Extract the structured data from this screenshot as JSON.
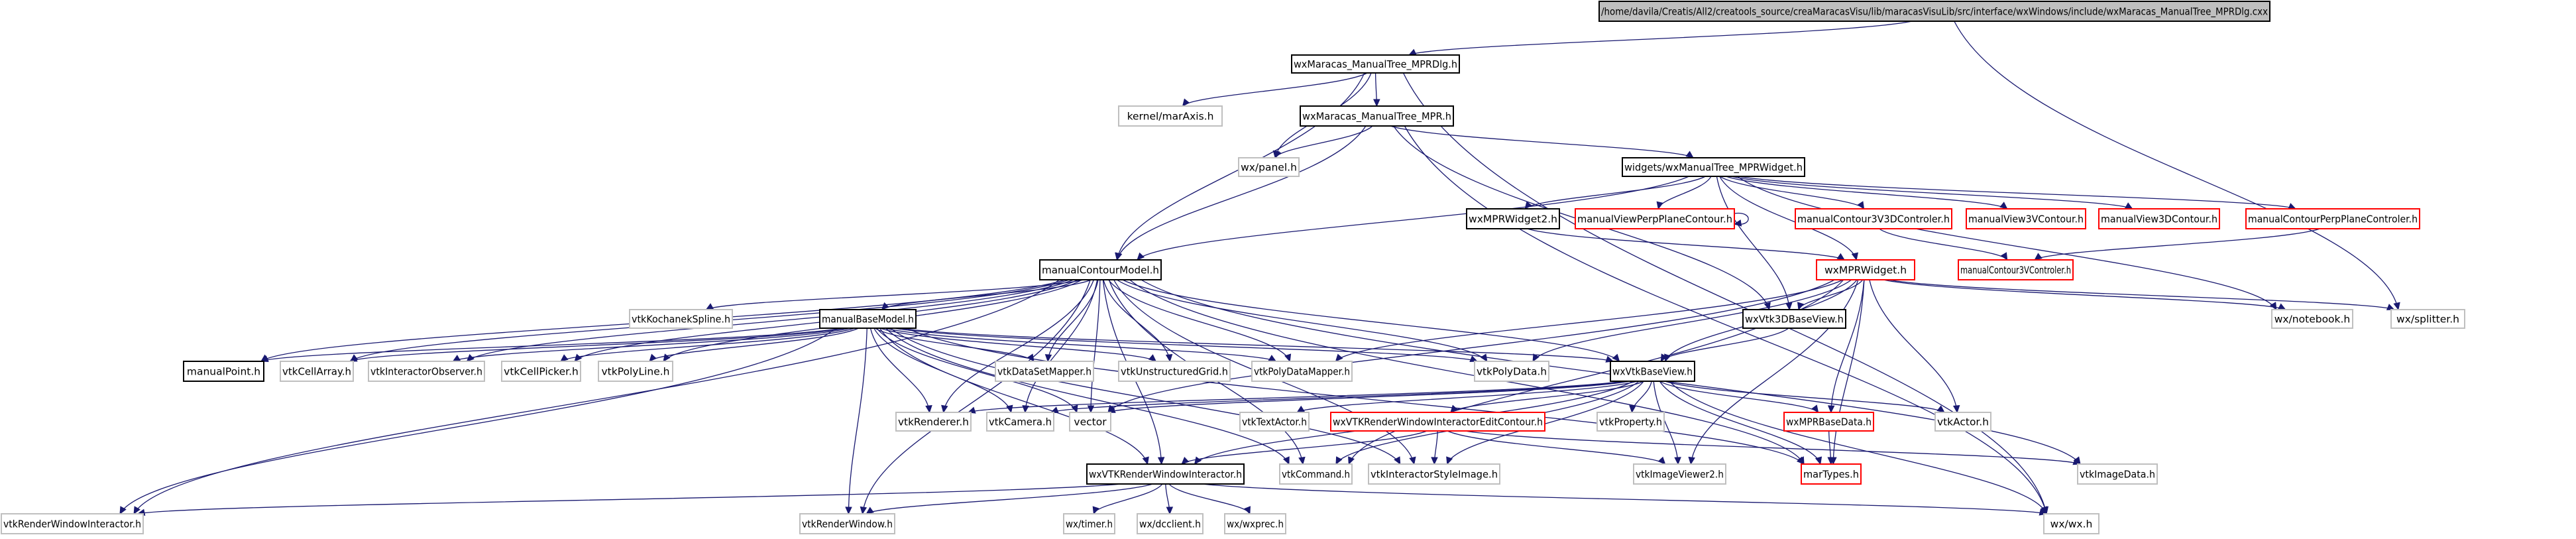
{
  "colors": {
    "edge": "#191970",
    "node_border_default": "#000000",
    "node_border_plain": "#bfbfbf",
    "node_border_red": "#ff0000",
    "root_fill": "#bfbfbf",
    "node_fill": "#ffffff"
  },
  "nodes": [
    {
      "id": "root",
      "label": "/home/davila/Creatis/All2/creatools_source/creaMaracasVisu/lib/maracasVisuLib/src/interface/wxWindows/include/wxMaracas_ManualTree_MPRDlg.cxx",
      "style": "root"
    },
    {
      "id": "dlgh",
      "label": "wxMaracas_ManualTree_MPRDlg.h",
      "style": "black"
    },
    {
      "id": "marAxis",
      "label": "kernel/marAxis.h",
      "style": "plain"
    },
    {
      "id": "mprh",
      "label": "wxMaracas_ManualTree_MPR.h",
      "style": "black"
    },
    {
      "id": "panel",
      "label": "wx/panel.h",
      "style": "plain"
    },
    {
      "id": "mprwidget",
      "label": "widgets/wxManualTree_MPRWidget.h",
      "style": "black"
    },
    {
      "id": "mprw2",
      "label": "wxMPRWidget2.h",
      "style": "black"
    },
    {
      "id": "perpc",
      "label": "manualViewPerpPlaneContour.h",
      "style": "red"
    },
    {
      "id": "mc3v3d",
      "label": "manualContour3V3DControler.h",
      "style": "red"
    },
    {
      "id": "mv3v",
      "label": "manualView3VContour.h",
      "style": "red"
    },
    {
      "id": "mv3d",
      "label": "manualView3DContour.h",
      "style": "red"
    },
    {
      "id": "mcpp",
      "label": "manualContourPerpPlaneControler.h",
      "style": "red"
    },
    {
      "id": "mc3vc",
      "label": "manualContour3VControler.h",
      "style": "red"
    },
    {
      "id": "wxmprw",
      "label": "wxMPRWidget.h",
      "style": "red"
    },
    {
      "id": "mcm",
      "label": "manualContourModel.h",
      "style": "black"
    },
    {
      "id": "kochanek",
      "label": "vtkKochanekSpline.h",
      "style": "plain"
    },
    {
      "id": "v3dbase",
      "label": "wxVtk3DBaseView.h",
      "style": "black"
    },
    {
      "id": "notebook",
      "label": "wx/notebook.h",
      "style": "plain"
    },
    {
      "id": "splitter",
      "label": "wx/splitter.h",
      "style": "plain"
    },
    {
      "id": "mbm",
      "label": "manualBaseModel.h",
      "style": "black"
    },
    {
      "id": "mpoint",
      "label": "manualPoint.h",
      "style": "black"
    },
    {
      "id": "cellarray",
      "label": "vtkCellArray.h",
      "style": "plain"
    },
    {
      "id": "iobs",
      "label": "vtkInteractorObserver.h",
      "style": "plain"
    },
    {
      "id": "cellpicker",
      "label": "vtkCellPicker.h",
      "style": "plain"
    },
    {
      "id": "polyline",
      "label": "vtkPolyLine.h",
      "style": "plain"
    },
    {
      "id": "dsmapper",
      "label": "vtkDataSetMapper.h",
      "style": "plain"
    },
    {
      "id": "ugrid",
      "label": "vtkUnstructuredGrid.h",
      "style": "plain"
    },
    {
      "id": "pdmapper",
      "label": "vtkPolyDataMapper.h",
      "style": "plain"
    },
    {
      "id": "polydata",
      "label": "vtkPolyData.h",
      "style": "plain"
    },
    {
      "id": "basev",
      "label": "wxVtkBaseView.h",
      "style": "black"
    },
    {
      "id": "renderer",
      "label": "vtkRenderer.h",
      "style": "plain"
    },
    {
      "id": "camera",
      "label": "vtkCamera.h",
      "style": "plain"
    },
    {
      "id": "vector",
      "label": "vector",
      "style": "plain"
    },
    {
      "id": "textactor",
      "label": "vtkTextActor.h",
      "style": "plain"
    },
    {
      "id": "editc",
      "label": "wxVTKRenderWindowInteractorEditContour.h",
      "style": "red"
    },
    {
      "id": "property",
      "label": "vtkProperty.h",
      "style": "plain"
    },
    {
      "id": "mprbase",
      "label": "wxMPRBaseData.h",
      "style": "red"
    },
    {
      "id": "actor",
      "label": "vtkActor.h",
      "style": "plain"
    },
    {
      "id": "rwi",
      "label": "wxVTKRenderWindowInteractor.h",
      "style": "black"
    },
    {
      "id": "command",
      "label": "vtkCommand.h",
      "style": "plain"
    },
    {
      "id": "istyle",
      "label": "vtkInteractorStyleImage.h",
      "style": "plain"
    },
    {
      "id": "iviewer2",
      "label": "vtkImageViewer2.h",
      "style": "plain"
    },
    {
      "id": "martypes",
      "label": "marTypes.h",
      "style": "red"
    },
    {
      "id": "imagedata",
      "label": "vtkImageData.h",
      "style": "plain"
    },
    {
      "id": "vrwi",
      "label": "vtkRenderWindowInteractor.h",
      "style": "plain"
    },
    {
      "id": "vrw",
      "label": "vtkRenderWindow.h",
      "style": "plain"
    },
    {
      "id": "timer",
      "label": "wx/timer.h",
      "style": "plain"
    },
    {
      "id": "dcclient",
      "label": "wx/dcclient.h",
      "style": "plain"
    },
    {
      "id": "wxprec",
      "label": "wx/wxprec.h",
      "style": "plain"
    },
    {
      "id": "wxh",
      "label": "wx/wx.h",
      "style": "plain"
    }
  ],
  "edges": [
    [
      "root",
      "dlgh"
    ],
    [
      "root",
      "splitter"
    ],
    [
      "dlgh",
      "marAxis"
    ],
    [
      "dlgh",
      "mprh"
    ],
    [
      "dlgh",
      "panel"
    ],
    [
      "dlgh",
      "mcm"
    ],
    [
      "dlgh",
      "wxh"
    ],
    [
      "mprh",
      "panel"
    ],
    [
      "mprh",
      "mprwidget"
    ],
    [
      "mprh",
      "mcm"
    ],
    [
      "mprh",
      "v3dbase"
    ],
    [
      "mprh",
      "wxh"
    ],
    [
      "mprwidget",
      "mprw2"
    ],
    [
      "mprwidget",
      "perpc"
    ],
    [
      "mprwidget",
      "mc3v3d"
    ],
    [
      "mprwidget",
      "mv3v"
    ],
    [
      "mprwidget",
      "mv3d"
    ],
    [
      "mprwidget",
      "mcpp"
    ],
    [
      "mprwidget",
      "wxmprw"
    ],
    [
      "mprwidget",
      "mcm"
    ],
    [
      "mprwidget",
      "notebook"
    ],
    [
      "mprwidget",
      "v3dbase"
    ],
    [
      "perpc",
      "perpc"
    ],
    [
      "mprw2",
      "wxmprw"
    ],
    [
      "mc3v3d",
      "mc3vc"
    ],
    [
      "mcpp",
      "mc3vc"
    ],
    [
      "wxmprw",
      "v3dbase"
    ],
    [
      "wxmprw",
      "basev"
    ],
    [
      "wxmprw",
      "mprbase"
    ],
    [
      "wxmprw",
      "actor"
    ],
    [
      "wxmprw",
      "notebook"
    ],
    [
      "wxmprw",
      "splitter"
    ],
    [
      "wxmprw",
      "martypes"
    ],
    [
      "wxmprw",
      "pdmapper"
    ],
    [
      "wxmprw",
      "polydata"
    ],
    [
      "wxmprw",
      "vector"
    ],
    [
      "wxmprw",
      "iviewer2"
    ],
    [
      "wxmprw",
      "command"
    ],
    [
      "mcm",
      "kochanek"
    ],
    [
      "mcm",
      "mbm"
    ],
    [
      "mcm",
      "mpoint"
    ],
    [
      "mcm",
      "cellarray"
    ],
    [
      "mcm",
      "iobs"
    ],
    [
      "mcm",
      "cellpicker"
    ],
    [
      "mcm",
      "polyline"
    ],
    [
      "mcm",
      "dsmapper"
    ],
    [
      "mcm",
      "ugrid"
    ],
    [
      "mcm",
      "pdmapper"
    ],
    [
      "mcm",
      "polydata"
    ],
    [
      "mcm",
      "basev"
    ],
    [
      "mcm",
      "renderer"
    ],
    [
      "mcm",
      "camera"
    ],
    [
      "mcm",
      "vector"
    ],
    [
      "mcm",
      "rwi"
    ],
    [
      "mcm",
      "command"
    ],
    [
      "mcm",
      "istyle"
    ],
    [
      "mcm",
      "martypes"
    ],
    [
      "mcm",
      "vrwi"
    ],
    [
      "mcm",
      "vrw"
    ],
    [
      "mcm",
      "imagedata"
    ],
    [
      "mbm",
      "mpoint"
    ],
    [
      "mbm",
      "cellarray"
    ],
    [
      "mbm",
      "iobs"
    ],
    [
      "mbm",
      "cellpicker"
    ],
    [
      "mbm",
      "polyline"
    ],
    [
      "mbm",
      "dsmapper"
    ],
    [
      "mbm",
      "ugrid"
    ],
    [
      "mbm",
      "pdmapper"
    ],
    [
      "mbm",
      "polydata"
    ],
    [
      "mbm",
      "basev"
    ],
    [
      "mbm",
      "renderer"
    ],
    [
      "mbm",
      "camera"
    ],
    [
      "mbm",
      "vector"
    ],
    [
      "mbm",
      "rwi"
    ],
    [
      "mbm",
      "command"
    ],
    [
      "mbm",
      "istyle"
    ],
    [
      "mbm",
      "martypes"
    ],
    [
      "mbm",
      "vrwi"
    ],
    [
      "mbm",
      "vrw"
    ],
    [
      "v3dbase",
      "basev"
    ],
    [
      "basev",
      "renderer"
    ],
    [
      "basev",
      "camera"
    ],
    [
      "basev",
      "vector"
    ],
    [
      "basev",
      "textactor"
    ],
    [
      "basev",
      "editc"
    ],
    [
      "basev",
      "property"
    ],
    [
      "basev",
      "mprbase"
    ],
    [
      "basev",
      "actor"
    ],
    [
      "basev",
      "rwi"
    ],
    [
      "basev",
      "command"
    ],
    [
      "basev",
      "istyle"
    ],
    [
      "basev",
      "iviewer2"
    ],
    [
      "basev",
      "martypes"
    ],
    [
      "basev",
      "wxh"
    ],
    [
      "editc",
      "rwi"
    ],
    [
      "editc",
      "istyle"
    ],
    [
      "editc",
      "iviewer2"
    ],
    [
      "editc",
      "imagedata"
    ],
    [
      "mprbase",
      "martypes"
    ],
    [
      "rwi",
      "vrwi"
    ],
    [
      "rwi",
      "vrw"
    ],
    [
      "rwi",
      "timer"
    ],
    [
      "rwi",
      "dcclient"
    ],
    [
      "rwi",
      "wxprec"
    ],
    [
      "rwi",
      "wxh"
    ]
  ]
}
